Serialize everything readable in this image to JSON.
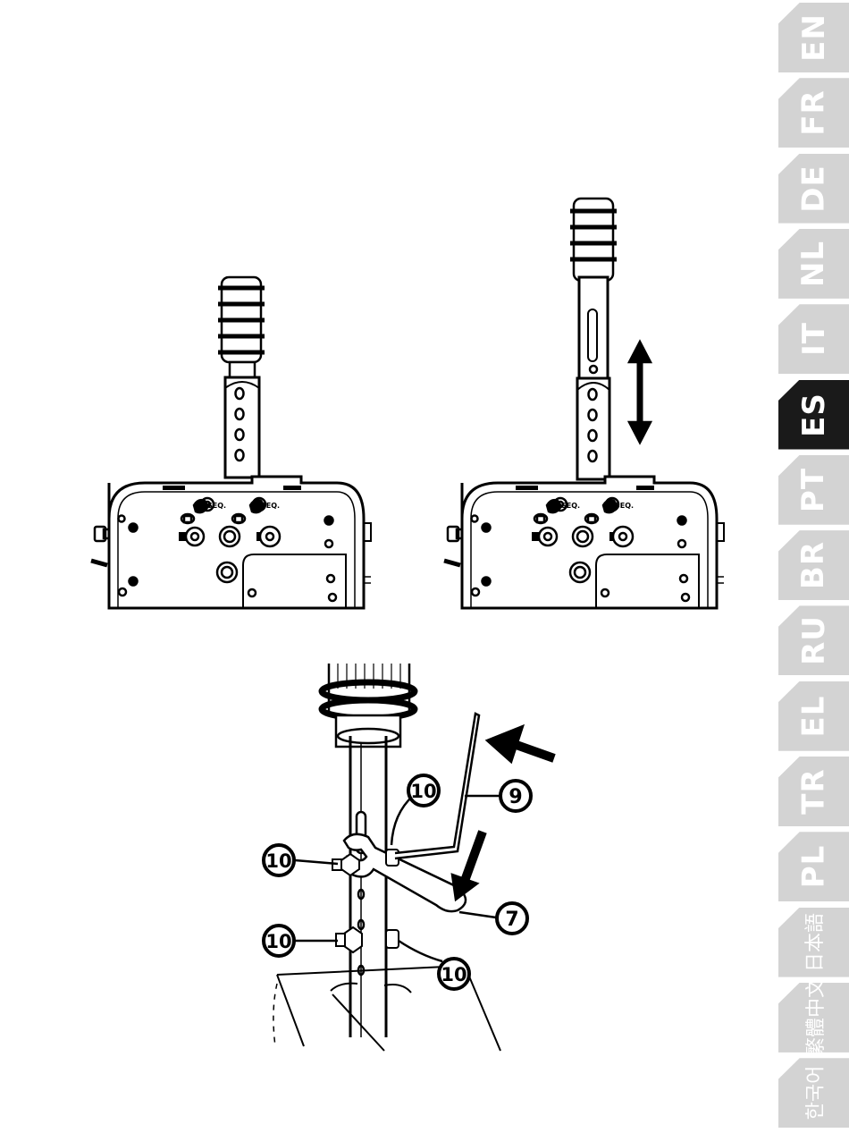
{
  "language_tabs": [
    {
      "label": "EN",
      "active": false,
      "script": "latin"
    },
    {
      "label": "FR",
      "active": false,
      "script": "latin"
    },
    {
      "label": "DE",
      "active": false,
      "script": "latin"
    },
    {
      "label": "NL",
      "active": false,
      "script": "latin"
    },
    {
      "label": "IT",
      "active": false,
      "script": "latin"
    },
    {
      "label": "ES",
      "active": true,
      "script": "latin"
    },
    {
      "label": "PT",
      "active": false,
      "script": "latin"
    },
    {
      "label": "BR",
      "active": false,
      "script": "latin"
    },
    {
      "label": "RU",
      "active": false,
      "script": "latin"
    },
    {
      "label": "EL",
      "active": false,
      "script": "latin"
    },
    {
      "label": "TR",
      "active": false,
      "script": "latin"
    },
    {
      "label": "PL",
      "active": false,
      "script": "latin"
    },
    {
      "label": "日本語",
      "active": false,
      "script": "cjk"
    },
    {
      "label": "繁體中文",
      "active": false,
      "script": "cjk"
    },
    {
      "label": "한국어",
      "active": false,
      "script": "cjk"
    }
  ],
  "figure_left": {
    "seq_label_1": "SEQ.",
    "seq_label_2": "SEQ."
  },
  "figure_right": {
    "seq_label_1": "SEQ.",
    "seq_label_2": "SEQ."
  },
  "figure_detail": {
    "callouts": {
      "hex_key": "9",
      "wrench": "7",
      "nut_upper_right": "10",
      "nut_upper_left": "10",
      "nut_lower_left": "10",
      "nut_lower_right": "10"
    }
  },
  "colors": {
    "tab_inactive": "#d3d3d3",
    "tab_active": "#1a1a1a",
    "tab_text": "#ffffff",
    "line": "#000000"
  }
}
